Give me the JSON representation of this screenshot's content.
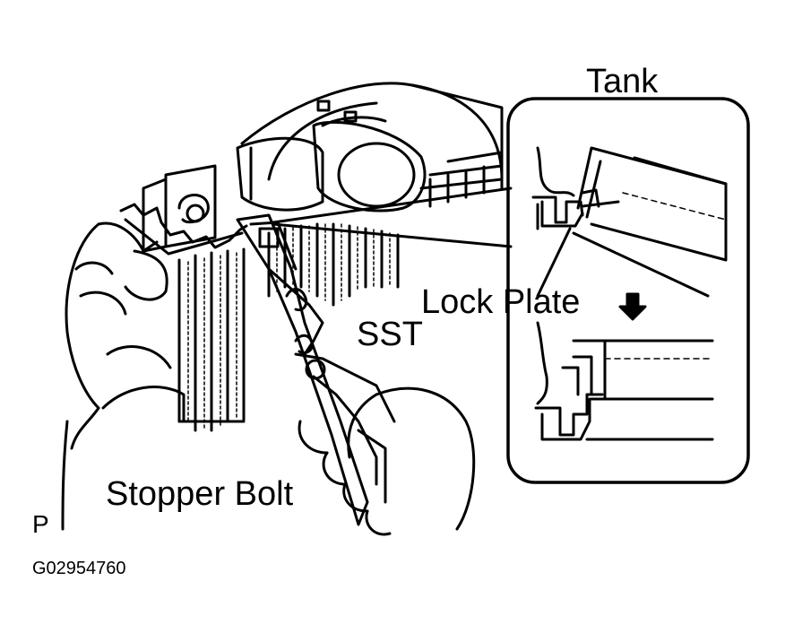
{
  "labels": {
    "tank": "Tank",
    "lock_plate": "Lock Plate",
    "sst": "SST",
    "stopper_bolt": "Stopper Bolt",
    "view_code": "P",
    "figure_id": "G02954760"
  }
}
